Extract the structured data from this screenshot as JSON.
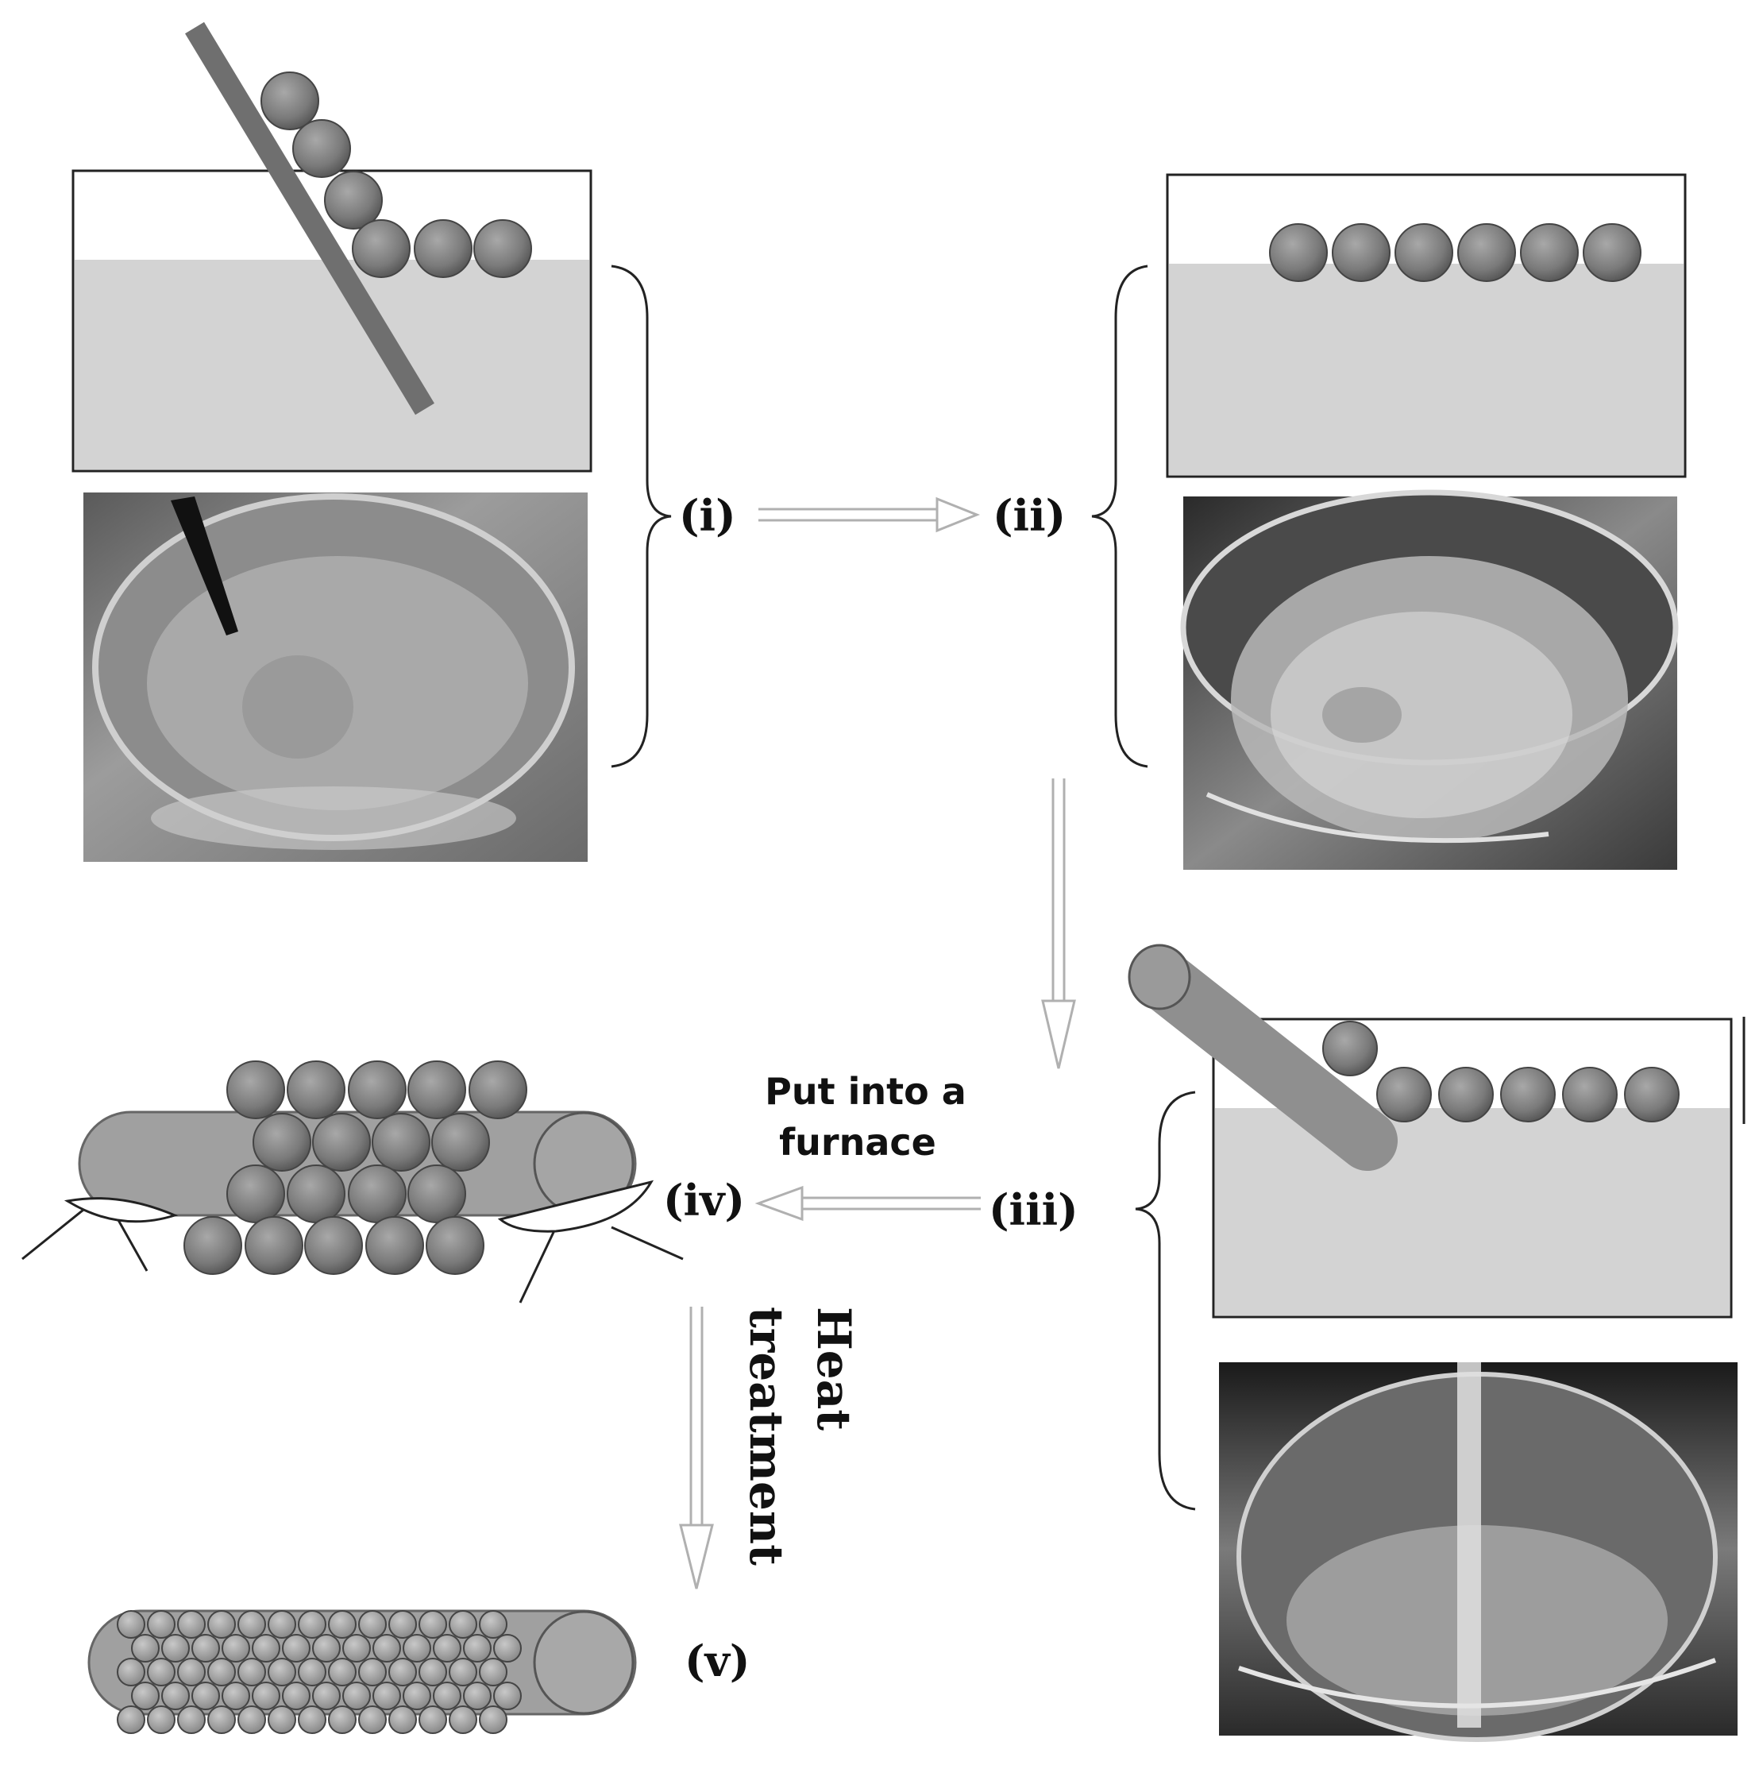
{
  "steps": {
    "i": "(i)",
    "ii": "(ii)",
    "iii": "(iii)",
    "iv": "(iv)",
    "v": "(v)"
  },
  "captions": {
    "furnace_line1": "Put into a",
    "furnace_line2": "furnace",
    "heat_line1": "Heat",
    "heat_line2": "treatment"
  },
  "colors": {
    "sphere": "#7f7f7f",
    "water": "#d3d3d3",
    "rod": "#9a9a9a",
    "arrow": "#c4c4c4"
  }
}
